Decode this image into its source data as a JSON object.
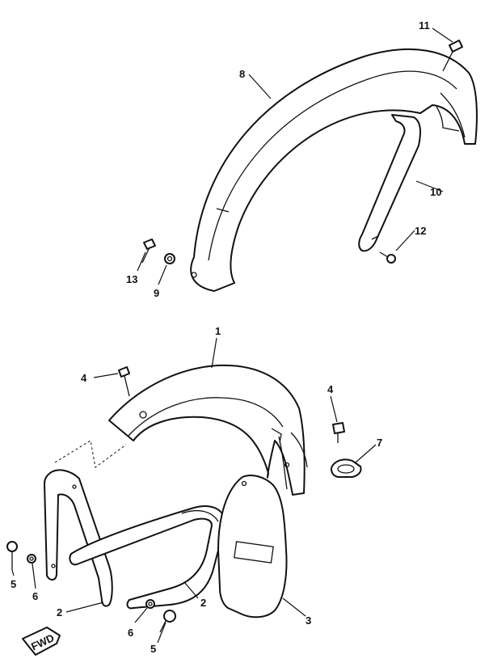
{
  "callouts": {
    "c1": "1",
    "c2a": "2",
    "c2b": "2",
    "c3": "3",
    "c4a": "4",
    "c4b": "4",
    "c5a": "5",
    "c5b": "5",
    "c6a": "6",
    "c6b": "6",
    "c7": "7",
    "c8": "8",
    "c9": "9",
    "c10": "10",
    "c11": "11",
    "c12": "12",
    "c13": "13"
  },
  "badge_text": "FWD"
}
